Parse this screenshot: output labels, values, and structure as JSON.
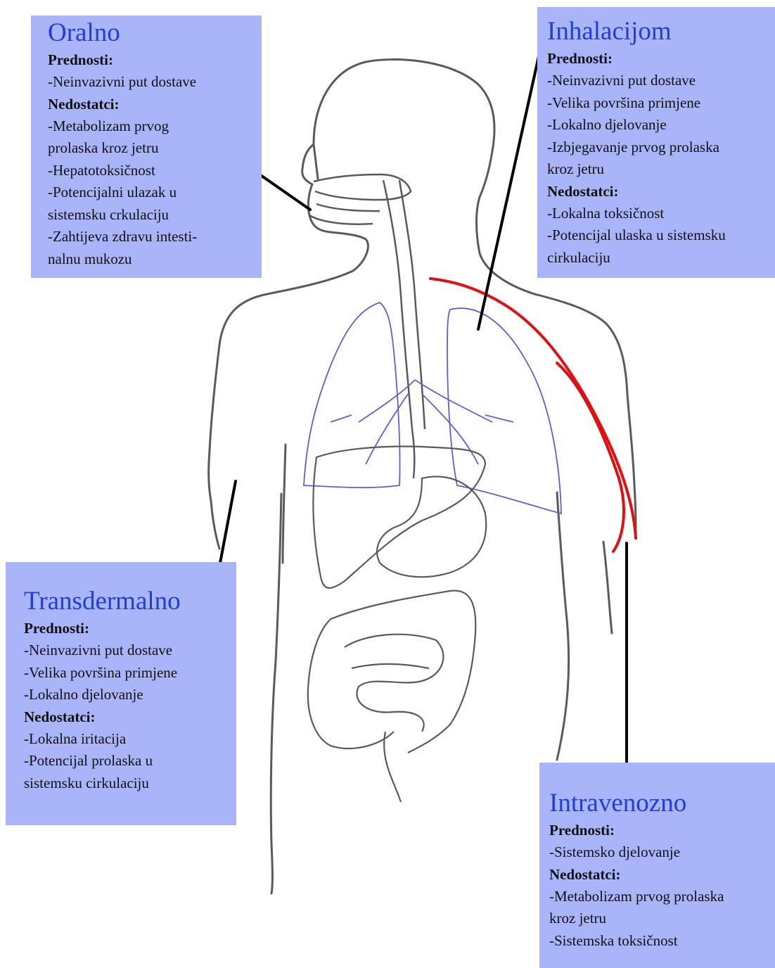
{
  "oralno": {
    "title": "Oralno",
    "pros_heading": "Prednosti:",
    "pros": [
      "-Neinvazivni put dostave"
    ],
    "cons_heading": "Nedostatci:",
    "cons": [
      "-Metabolizam prvog",
      "prolaska kroz jetru",
      "-Hepatotoksičnost",
      "-Potencijalni ulazak u",
      "sistemsku crkulaciju",
      "-Zahtijeva zdravu intesti-",
      "nalnu mukozu"
    ]
  },
  "inhalacijom": {
    "title": "Inhalacijom",
    "pros_heading": "Prednosti:",
    "pros": [
      "-Neinvazivni put dostave",
      "-Velika površina primjene",
      "-Lokalno djelovanje",
      "-Izbjegavanje prvog prolaska",
      "kroz jetru"
    ],
    "cons_heading": "Nedostatci:",
    "cons": [
      "-Lokalna toksičnost",
      "-Potencijal ulaska u sistemsku",
      "cirkulaciju"
    ]
  },
  "transdermalno": {
    "title": "Transdermalno",
    "pros_heading": "Prednosti:",
    "pros": [
      "-Neinvazivni put dostave",
      "-Velika površina primjene",
      "-Lokalno djelovanje"
    ],
    "cons_heading": "Nedostatci:",
    "cons": [
      "-Lokalna iritacija",
      "-Potencijal prolaska u",
      "sistemsku cirkulaciju"
    ]
  },
  "intravenozno": {
    "title": "Intravenozno",
    "pros_heading": "Prednosti:",
    "pros": [
      "-Sistemsko djelovanje"
    ],
    "cons_heading": "Nedostatci:",
    "cons": [
      "-Metabolizam prvog prolaska",
      "kroz jetru",
      "-Sistemska toksičnost"
    ]
  },
  "colors": {
    "box_fill": "#aab4f8",
    "title_text": "#1f3fd6",
    "body_outline": "#555555",
    "lungs_outline": "#5b63c9",
    "vein": "#e01010",
    "leader_line": "#000000"
  }
}
